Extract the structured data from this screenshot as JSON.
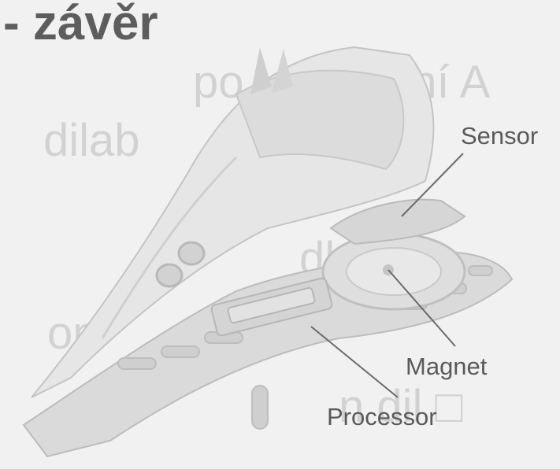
{
  "slide": {
    "title": "- závěr",
    "background_color": "#f1f1f1"
  },
  "diagram": {
    "labels": {
      "sensor": "Sensor",
      "magnet": "Magnet",
      "processor": "Processor"
    }
  }
}
